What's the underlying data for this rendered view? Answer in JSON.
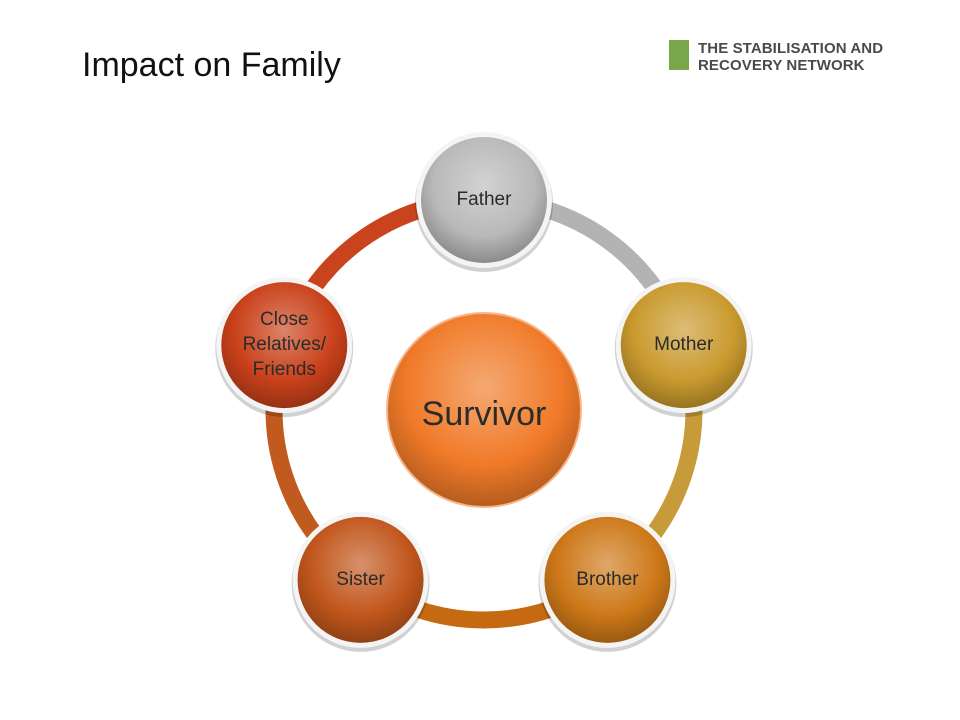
{
  "title": "Impact on Family",
  "logo": {
    "line1": "THE STABILISATION AND",
    "line2": "RECOVERY NETWORK",
    "mark_color": "#7aa64a"
  },
  "center": {
    "label": "Survivor",
    "color": "#f07a28"
  },
  "nodes": [
    {
      "id": "father",
      "lines": [
        "Father"
      ],
      "color": "#b9b9b9"
    },
    {
      "id": "mother",
      "lines": [
        "Mother"
      ],
      "color": "#c99a2e"
    },
    {
      "id": "brother",
      "lines": [
        "Brother"
      ],
      "color": "#cd7818"
    },
    {
      "id": "sister",
      "lines": [
        "Sister"
      ],
      "color": "#c1561c"
    },
    {
      "id": "close-relatives",
      "lines": [
        "Close",
        "Relatives/",
        "Friends"
      ],
      "color": "#c9411a"
    }
  ],
  "arcs": [
    {
      "from": "father",
      "to": "mother",
      "color": "#b3b3b3"
    },
    {
      "from": "mother",
      "to": "brother",
      "color": "#c79a3a"
    },
    {
      "from": "brother",
      "to": "sister",
      "color": "#c66a12"
    },
    {
      "from": "sister",
      "to": "close-relatives",
      "color": "#c05a1e"
    },
    {
      "from": "close-relatives",
      "to": "father",
      "color": "#c9441c"
    }
  ]
}
